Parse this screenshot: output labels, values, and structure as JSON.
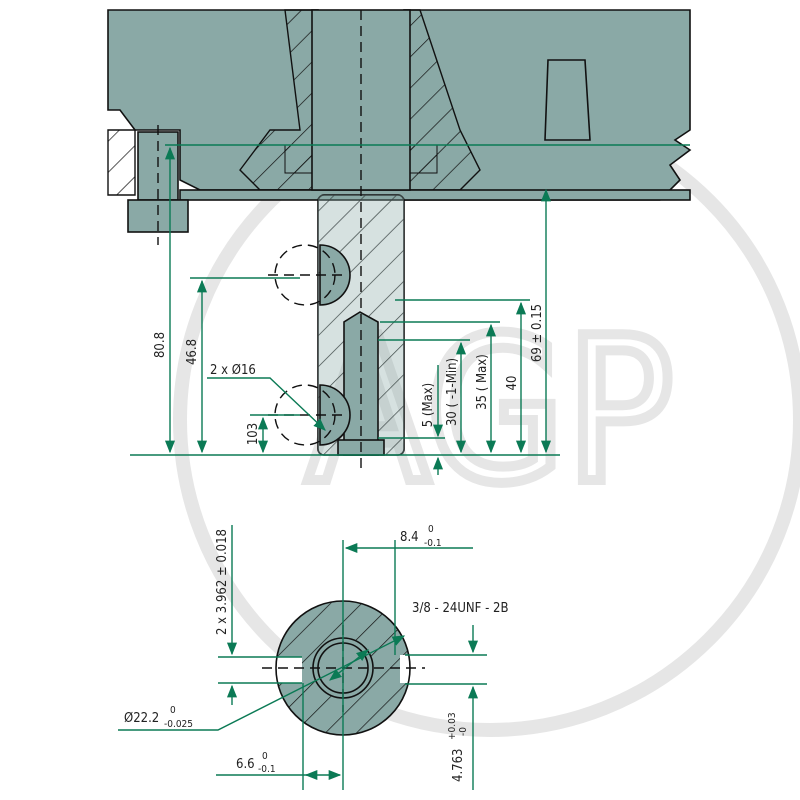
{
  "watermark": "AGP",
  "colors": {
    "part_fill": "#8aa9a6",
    "dimension_line": "#0b7a55",
    "watermark": "#e6e6e6"
  },
  "side_view": {
    "dimensions": {
      "d80_8": "80.8",
      "d46_8": "46.8",
      "d103": "103",
      "hole_note": "2 x Ø16",
      "d5max": "5 (Max)",
      "d30": "30 (   -1-Min)",
      "d35": "35 (    Max)",
      "d40": "40",
      "d69": "69 ± 0.15"
    }
  },
  "section_view": {
    "dimensions": {
      "key_width": "2 x 3.962 ± 0.018",
      "d8_4": "8.4",
      "d8_4_upper": "0",
      "d8_4_lower": "-0.1",
      "thread": "3/8 - 24UNF - 2B",
      "dia": "Ø22.2",
      "dia_upper": "0",
      "dia_lower": "-0.025",
      "d6_6": "6.6",
      "d6_6_upper": "0",
      "d6_6_lower": "-0.1",
      "d4_763": "4.763",
      "d4_763_upper": "+0.03",
      "d4_763_lower": "-0"
    }
  }
}
